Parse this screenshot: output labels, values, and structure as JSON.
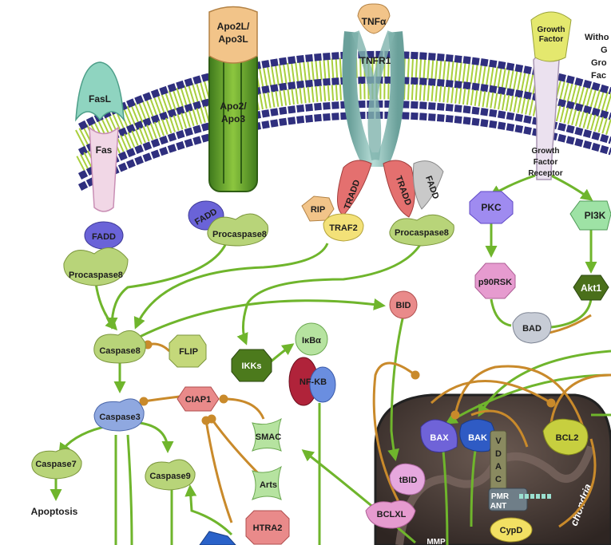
{
  "nodes": {
    "fasl": "FasL",
    "fas": "Fas",
    "fadd_1": "FADD",
    "procaspase8_1": "Procaspase8",
    "apo2l": "Apo2L/\nApo3L",
    "apo2": "Apo2/\nApo3",
    "fadd_2": "FADD",
    "procaspase8_2": "Procaspase8",
    "tnfa": "TNFα",
    "tnfr1": "TNFR1",
    "tradd_1": "TRADD",
    "tradd_2": "TRADD",
    "fadd_3": "FADD",
    "rip": "RIP",
    "traf2": "TRAF2",
    "procaspase8_3": "Procaspase8",
    "growth_factor": "Growth\nFactor",
    "growth_factor_receptor": "Growth\nFactor\nReceptor",
    "without_growth_factor": "Witho\nG\nGro\nFac",
    "pkc": "PKC",
    "pi3k": "PI3K",
    "p90rsk": "p90RSK",
    "akt1": "Akt1",
    "bad": "BAD",
    "bid": "BID",
    "caspase8": "Caspase8",
    "flip": "FLIP",
    "ikks": "IKKs",
    "ikba": "IκBα",
    "nfkb": "NF-KB",
    "caspase3": "Caspase3",
    "ciap1": "CIAP1",
    "smac": "SMAC",
    "caspase7": "Caspase7",
    "apoptosis": "Apoptosis",
    "caspase9": "Caspase9",
    "arts": "Arts",
    "htra2": "HTRA2",
    "bax": "BAX",
    "bak": "BAK",
    "vdac": "V\nD\nA\nC",
    "bcl2": "BCL2",
    "tbid": "tBID",
    "bclxl": "BCLXL",
    "pmr": "PMR",
    "ant": "ANT",
    "cypd": "CypD",
    "mitochondria": "chondria",
    "mmp": "MMP"
  },
  "colors": {
    "arrow": "#6fb52c",
    "inhibit": "#c98a2b",
    "membrane_head": "#2f2f7e",
    "membrane_tail": "#a9cf3d",
    "mito": "#4b3f3a"
  }
}
